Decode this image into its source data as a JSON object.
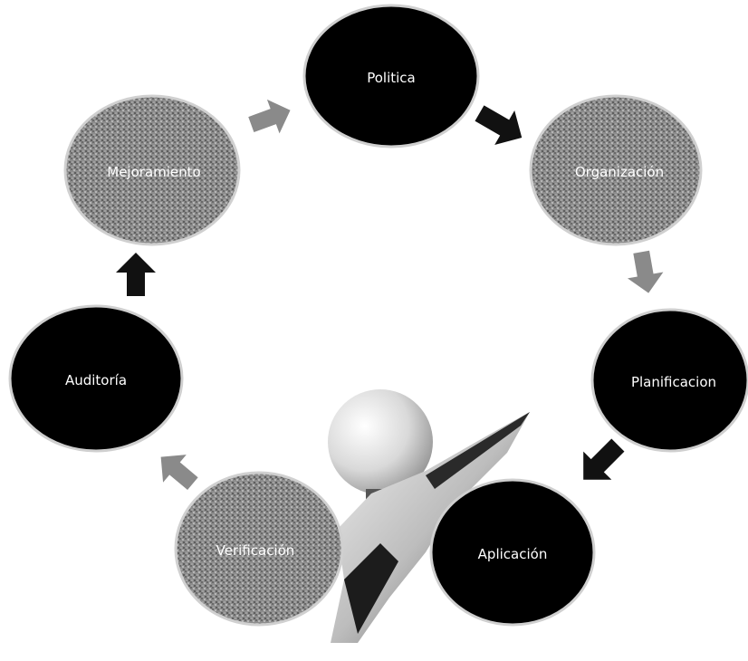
{
  "diagram": {
    "type": "cycle",
    "colors": {
      "dark_node": "#000000",
      "gray_node": "#8c8c8c",
      "label": "#ffffff",
      "arrow_dark": "#111111",
      "arrow_gray": "#8a8a8a"
    },
    "stages": [
      {
        "id": "politica",
        "label": "Politica",
        "fill": "dark"
      },
      {
        "id": "organizacion",
        "label": "Organización",
        "fill": "gray"
      },
      {
        "id": "planificacion",
        "label": "Planificacion",
        "fill": "dark"
      },
      {
        "id": "aplicacion",
        "label": "Aplicación",
        "fill": "dark"
      },
      {
        "id": "verificacion",
        "label": "Verificación",
        "fill": "gray"
      },
      {
        "id": "auditoria",
        "label": "Auditoría",
        "fill": "dark"
      },
      {
        "id": "mejoramiento",
        "label": "Mejoramiento",
        "fill": "gray"
      }
    ],
    "illustration": "hand-holding-lightbulb"
  }
}
